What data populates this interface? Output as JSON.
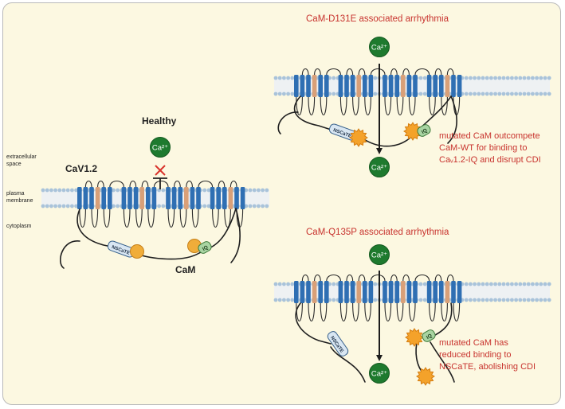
{
  "panels": {
    "healthy": {
      "title": "Healthy",
      "channel_name": "CaV1.2",
      "ion": "Ca²⁺",
      "cam_label": "CaM",
      "nscate_label": "NSCaTE",
      "iq_label": "IQ",
      "side_labels": {
        "extracellular": "extracellular space",
        "membrane": "plasma membrane",
        "cytoplasm": "cytoplasm"
      }
    },
    "d131e": {
      "title": "CaM-D131E associated arrhythmia",
      "ion_top": "Ca²⁺",
      "ion_bottom": "Ca²⁺",
      "nscate_label": "NSCaTE",
      "iq_label": "IQ",
      "note_lines": [
        "mutated CaM outcompete",
        "CaM-WT for binding to",
        "Caᵥ1.2-IQ and disrupt CDI"
      ]
    },
    "q135p": {
      "title": "CaM-Q135P associated arrhythmia",
      "ion_top": "Ca²⁺",
      "ion_bottom": "Ca²⁺",
      "nscate_label": "NSCaTE",
      "iq_label": "IQ",
      "note_lines": [
        "mutated CaM has",
        "reduced binding to",
        "NSCaTE, abolishing CDI"
      ]
    }
  },
  "colors": {
    "background": "#fcf8e1",
    "helix_blue": "#2f6fb3",
    "helix_orange": "#d9a078",
    "membrane_head": "#a9c3da",
    "ion_green": "#1e7a2e",
    "cam_orange": "#f0ad3a",
    "mutant_orange": "#f4a22a",
    "iq_green": "#a9d4a2",
    "nscate_blue": "#d8e6f2",
    "block_red": "#d9332b",
    "text_red": "#c8332e"
  }
}
